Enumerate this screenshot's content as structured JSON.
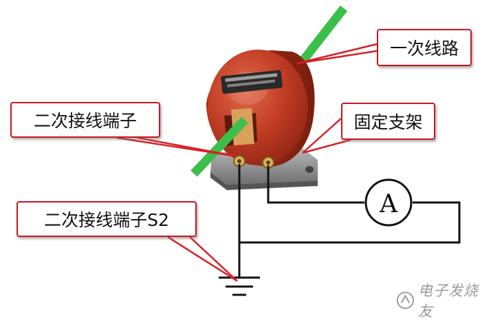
{
  "labels": {
    "primary_line": "一次线路",
    "secondary_terminal": "二次接线端子",
    "fixed_bracket": "固定支架",
    "secondary_terminal_s2": "二次接线端子S2"
  },
  "ammeter": {
    "symbol": "A"
  },
  "watermark": {
    "text": "电子发烧友"
  },
  "colors": {
    "callout_border": "#c8161d",
    "transformer_body": "#b8321f",
    "conductor": "#3cbf4a",
    "wire": "#111111",
    "watermark": "#9a9a9a"
  }
}
